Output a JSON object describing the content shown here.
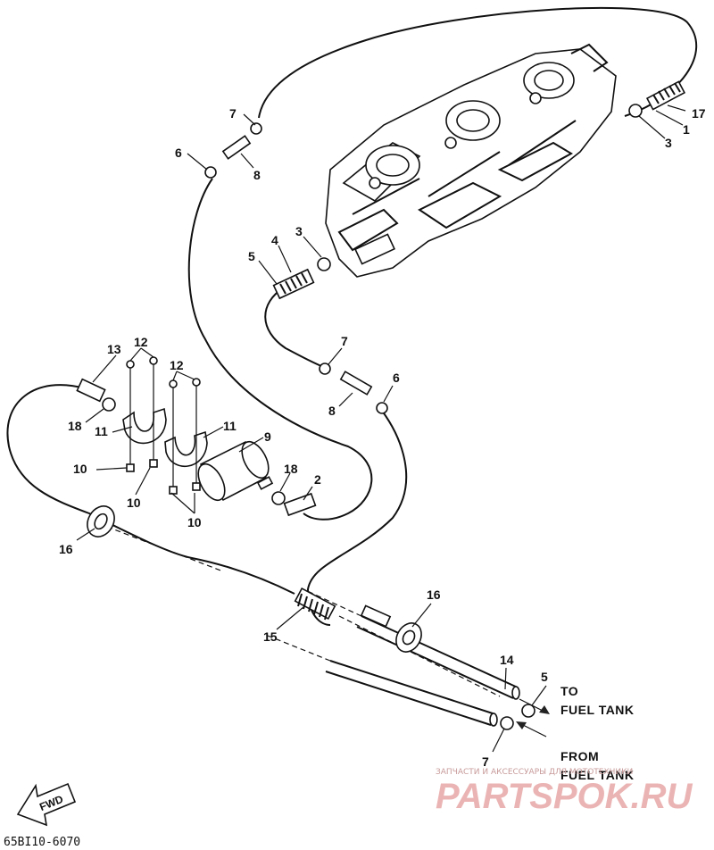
{
  "diagram_code": "65BI10-6070",
  "fwd_label": "FWD",
  "to_tank": {
    "line1": "TO",
    "line2": "FUEL TANK"
  },
  "from_tank": {
    "line1": "FROM",
    "line2": "FUEL TANK"
  },
  "watermark": {
    "small": "ЗАПЧАСТИ И АКСЕССУАРЫ ДЛЯ МОТОТЕХНИКИ",
    "brand": "PARTSPOK.RU"
  },
  "callouts": {
    "c17": "17",
    "c1": "1",
    "c3a": "3",
    "c7a": "7",
    "c8a": "8",
    "c6a": "6",
    "c3b": "3",
    "c4": "4",
    "c5a": "5",
    "c7b": "7",
    "c6b": "6",
    "c8b": "8",
    "c13": "13",
    "c12a": "12",
    "c12b": "12",
    "c18a": "18",
    "c11a": "11",
    "c11b": "11",
    "c9": "9",
    "c10a": "10",
    "c10b": "10",
    "c10c": "10",
    "c18b": "18",
    "c2": "2",
    "c16a": "16",
    "c16b": "16",
    "c15": "15",
    "c14": "14",
    "c5b": "5",
    "c7c": "7"
  }
}
